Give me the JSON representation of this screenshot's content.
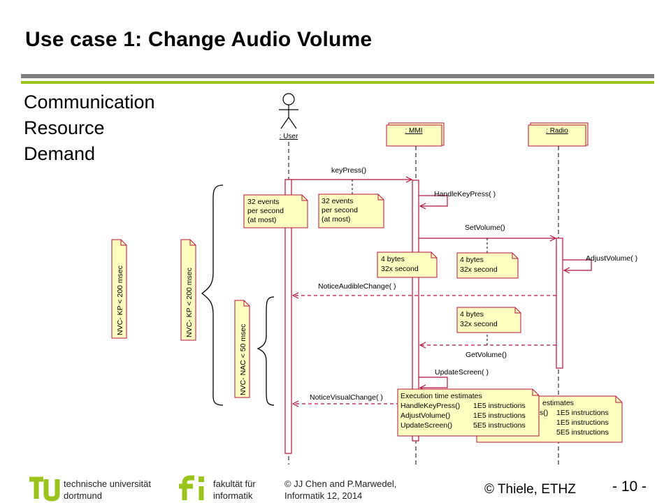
{
  "slide": {
    "title": "Use case 1: Change Audio Volume",
    "side_text": [
      "Communication",
      "Resource",
      "Demand"
    ]
  },
  "diagram": {
    "lifelines": {
      "user": ": User",
      "mmi": ": MMI",
      "radio": ": Radio"
    },
    "messages": {
      "key_press": "keyPress()",
      "handle_key_press": "HandleKeyPress( )",
      "set_volume": "SetVolume()",
      "adjust_volume": "AdjustVolume( )",
      "notice_audible_change": "NoticeAudibleChange( )",
      "get_volume": "GetVolume()",
      "update_screen": "UpdateScreen( )",
      "notice_visual_change": "NoticeVisualChange( )"
    },
    "notes": {
      "events_left": [
        "32 events",
        "per second",
        "(at most)"
      ],
      "events_right": [
        "32 events",
        "per second",
        "(at most)"
      ],
      "bytes_left": [
        "4 bytes",
        "32x second"
      ],
      "bytes_right": [
        "4 bytes",
        "32x second"
      ],
      "bytes_get": [
        "4 bytes",
        "32x second"
      ]
    },
    "constraints": {
      "nvc_kp_outer": "NVC- KP < 200 msec",
      "nvc_kp_inner": "NVC- KP < 200 msec",
      "nvc_nac": "NVC- NAC < 50 msec"
    },
    "exec_front": {
      "title": "Execution time estimates",
      "rows": [
        [
          "HandleKeyPress()",
          "1E5 instructions"
        ],
        [
          "AdjustVolume()",
          "1E5 instructions"
        ],
        [
          "UpdateScreen()",
          "5E5 instructions"
        ]
      ]
    },
    "exec_back": {
      "title_fragment": "estimates",
      "rows": [
        [
          "s()",
          "1E5 instructions"
        ],
        [
          "",
          "1E5 instructions"
        ],
        [
          "",
          "5E5 instructions"
        ]
      ]
    }
  },
  "footer": {
    "tu_line1": "technische universität",
    "tu_line2": "dortmund",
    "fi_line1": "fakultät für",
    "fi_line2": "informatik",
    "credit_line1": "© JJ Chen and  P.Marwedel,",
    "credit_line2": "Informatik 12,  2014",
    "copyright": "© Thiele, ETHZ",
    "page": "- 10 -"
  },
  "colors": {
    "accent_green": "#9ac31c",
    "message_color": "#b5123d",
    "note_fill": "#ffffc0"
  }
}
